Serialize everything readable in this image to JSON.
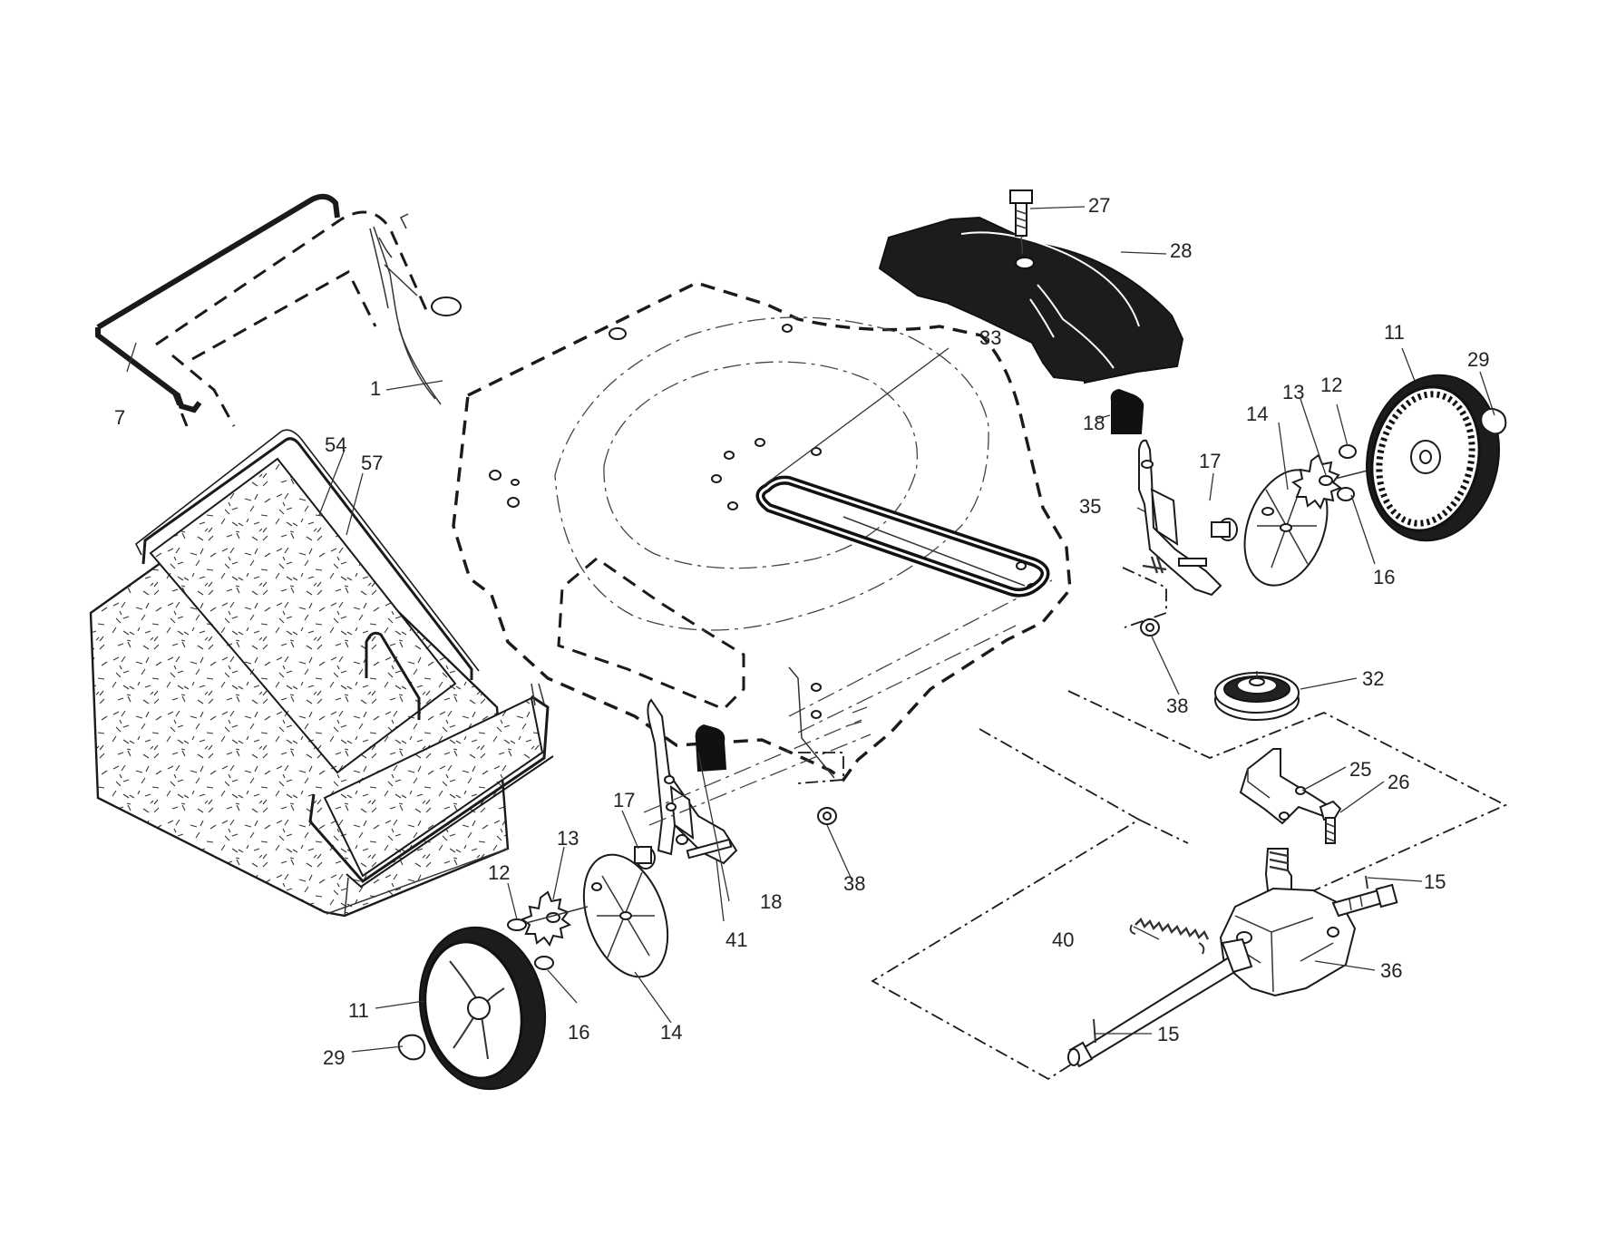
{
  "labels": {
    "p1": "1",
    "p7": "7",
    "p11a": "11",
    "p11b": "11",
    "p12a": "12",
    "p12b": "12",
    "p13a": "13",
    "p13b": "13",
    "p14a": "14",
    "p14b": "14",
    "p15a": "15",
    "p15b": "15",
    "p16a": "16",
    "p16b": "16",
    "p17a": "17",
    "p17b": "17",
    "p18a": "18",
    "p18b": "18",
    "p25": "25",
    "p26": "26",
    "p27": "27",
    "p28": "28",
    "p29a": "29",
    "p29b": "29",
    "p32": "32",
    "p33": "33",
    "p35": "35",
    "p36": "36",
    "p38a": "38",
    "p38b": "38",
    "p40": "40",
    "p41": "41",
    "p54": "54",
    "p57": "57"
  }
}
